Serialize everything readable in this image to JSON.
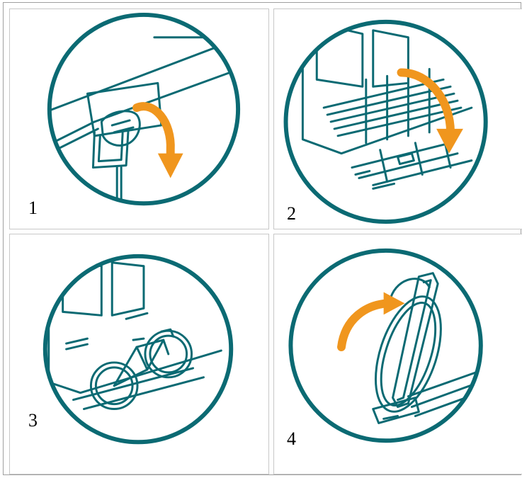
{
  "steps": [
    {
      "number": "1",
      "icon": "bike-rack-handle-pull-down-icon"
    },
    {
      "number": "2",
      "icon": "bike-rack-unfold-icon"
    },
    {
      "number": "3",
      "icon": "bike-on-rack-icon"
    },
    {
      "number": "4",
      "icon": "support-arm-over-wheel-icon"
    }
  ],
  "colors": {
    "teal": "#0b6a73",
    "orange": "#f0961e",
    "border": "#c8c8c8"
  }
}
